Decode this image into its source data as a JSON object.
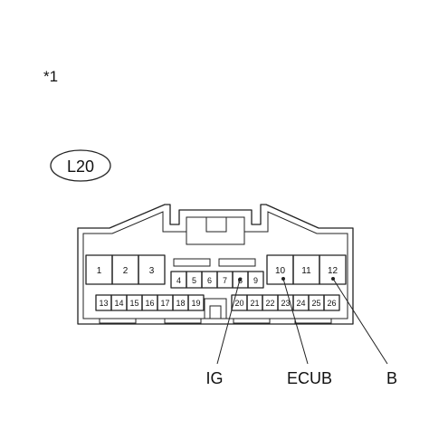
{
  "figure": {
    "note_marker": "*1",
    "connector_code": "L20"
  },
  "pins": {
    "row_large_left": [
      "1",
      "2",
      "3"
    ],
    "row_large_right": [
      "10",
      "11",
      "12"
    ],
    "row_middle": [
      "4",
      "5",
      "6",
      "7",
      "8",
      "9"
    ],
    "row_bottom_left": [
      "13",
      "14",
      "15",
      "16",
      "17",
      "18",
      "19"
    ],
    "row_bottom_right": [
      "20",
      "21",
      "22",
      "23",
      "24",
      "25",
      "26"
    ]
  },
  "callouts": {
    "ig": "IG",
    "ecub": "ECUB",
    "b": "B"
  }
}
